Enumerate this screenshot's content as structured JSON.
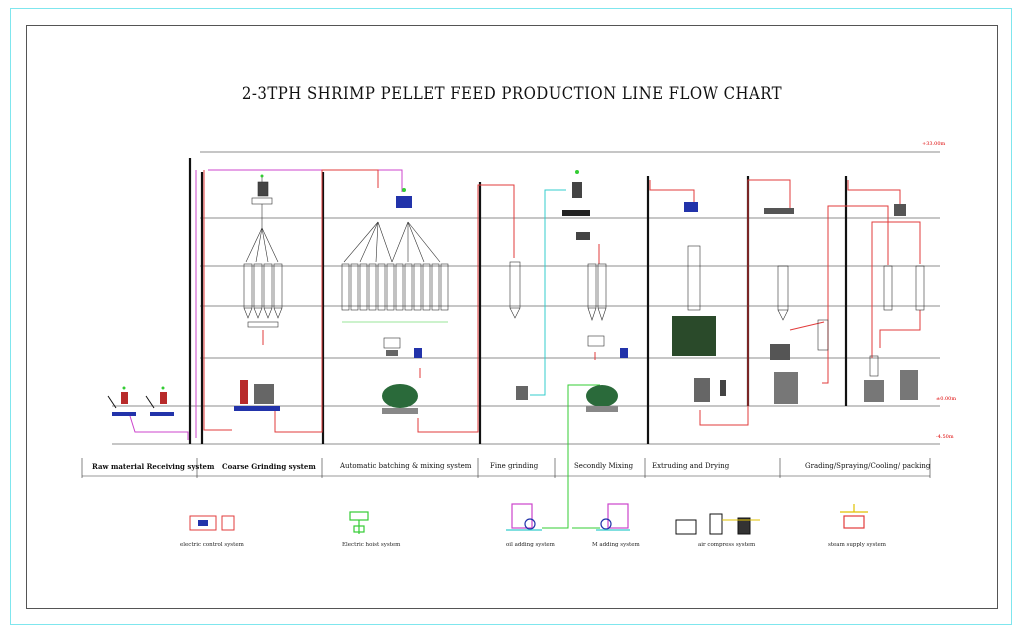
{
  "title": "2-3TPH SHRIMP PELLET FEED PRODUCTION LINE FLOW CHART",
  "levels": {
    "top": "+33.00m",
    "ground": "±0.00m",
    "pit": "-4.50m"
  },
  "sections": [
    "Raw material Receiving system",
    "Coarse Grinding system",
    "Automatic batching & mixing system",
    "Fine grinding",
    "Secondly Mixing",
    "Extruding and Drying",
    "Grading/Spraying/Cooling/ packing"
  ],
  "auxiliary": [
    "electric control system",
    "Electric hoist system",
    "oil adding system",
    "M adding system",
    "air compress system",
    "steam supply system"
  ],
  "colors": {
    "frame": "#7fe6ee",
    "conveyor_red": "#e23b3b",
    "conveyor_magenta": "#cc44cc",
    "conveyor_cyan": "#33cccc",
    "oil_green": "#33cc33",
    "equipment_blue": "#2233aa",
    "steam_yellow": "#e0c000"
  }
}
